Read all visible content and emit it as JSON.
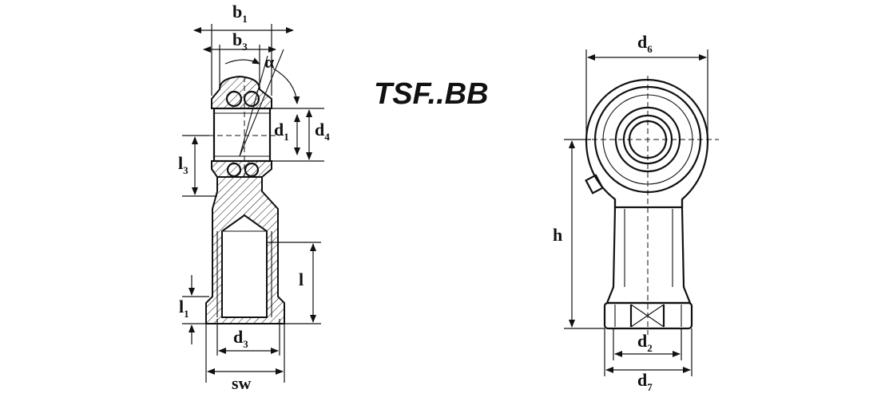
{
  "title": "TSF..BB",
  "left_view": {
    "labels": {
      "b1": {
        "main": "b",
        "sub": "1"
      },
      "b3": {
        "main": "b",
        "sub": "3"
      },
      "alpha": {
        "main": "α",
        "sub": ""
      },
      "d1": {
        "main": "d",
        "sub": "1"
      },
      "d4": {
        "main": "d",
        "sub": "4"
      },
      "l3": {
        "main": "l",
        "sub": "3"
      },
      "l": {
        "main": "l",
        "sub": ""
      },
      "l1": {
        "main": "l",
        "sub": "1"
      },
      "d3": {
        "main": "d",
        "sub": "3"
      },
      "sw": {
        "main": "sw",
        "sub": ""
      }
    }
  },
  "right_view": {
    "labels": {
      "d6": {
        "main": "d",
        "sub": "6"
      },
      "h": {
        "main": "h",
        "sub": ""
      },
      "d2": {
        "main": "d",
        "sub": "2"
      },
      "d7": {
        "main": "d",
        "sub": "7"
      }
    }
  }
}
